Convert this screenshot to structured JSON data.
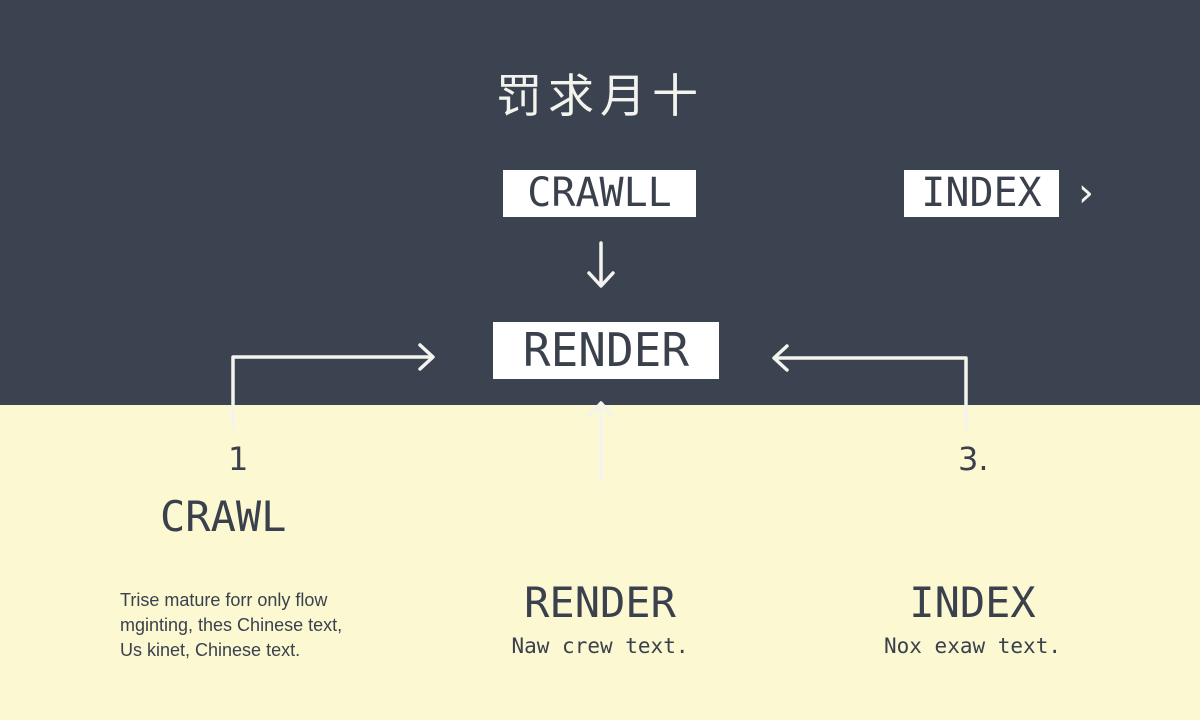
{
  "heading": "罚求月十",
  "flow": {
    "box_crawl": "CRAWLL",
    "box_index": "INDEX",
    "box_render": "RENDER",
    "index_chevron": "›"
  },
  "columns": [
    {
      "number": "1",
      "title": "CRAWL",
      "description_lines": [
        "Trise mature forr only flow",
        "mginting, thes Chinese text,",
        "Us kinet, Chinese text."
      ]
    },
    {
      "title": "RENDER",
      "description": "Naw crew text."
    },
    {
      "number": "3.",
      "title": "INDEX",
      "description": "Nox exaw text."
    }
  ],
  "colors": {
    "top_band": "#3c4350",
    "bottom_band": "#fbf8d2",
    "box_fill": "#ffffff",
    "ink_dark": "#3a414d",
    "ink_light": "#f4f4ee"
  }
}
